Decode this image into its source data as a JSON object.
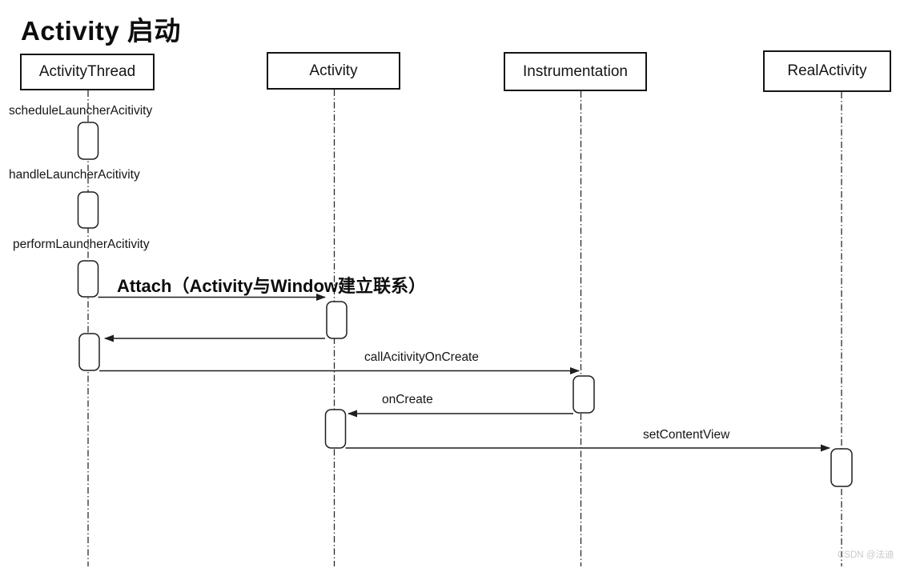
{
  "title": "Activity 启动",
  "participants": [
    {
      "name": "ActivityThread"
    },
    {
      "name": "Activity"
    },
    {
      "name": "Instrumentation"
    },
    {
      "name": "RealActivity"
    }
  ],
  "messages": [
    {
      "label": "scheduleLauncherAcitivity"
    },
    {
      "label": "handleLauncherAcitivity"
    },
    {
      "label": "performLauncherAcitivity"
    },
    {
      "label": "Attach（Activity与Window建立联系）"
    },
    {
      "label": "callAcitivityOnCreate"
    },
    {
      "label": "onCreate"
    },
    {
      "label": "setContentView"
    }
  ],
  "watermark": "CSDN @法迪",
  "colors": {
    "line": "#1f1f1f",
    "box_border": "#141414",
    "watermark": "#c9c9c9"
  }
}
